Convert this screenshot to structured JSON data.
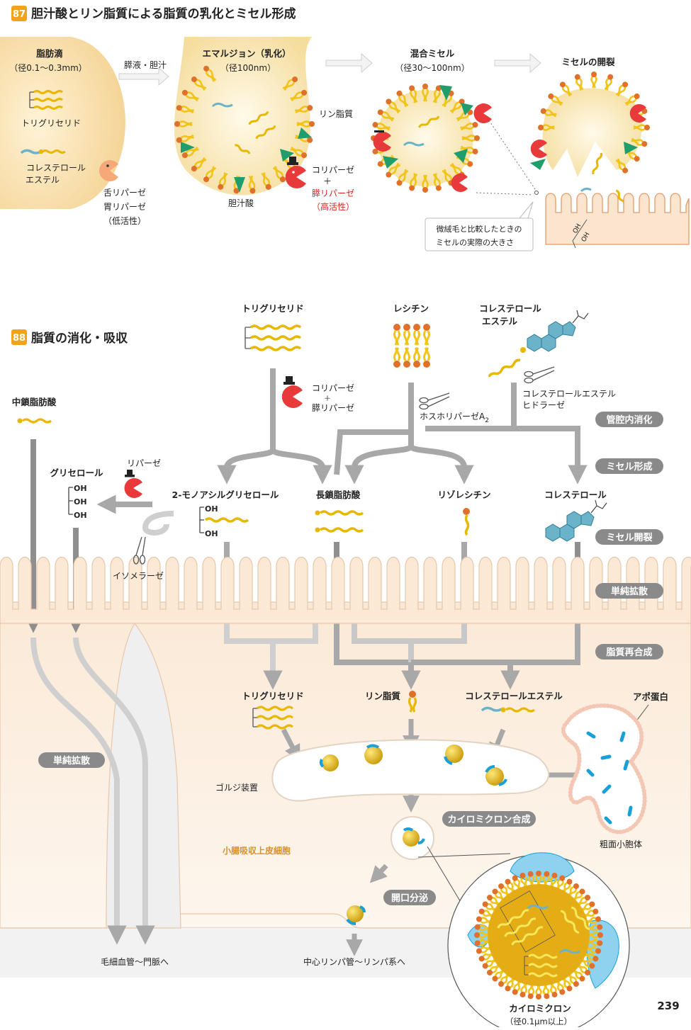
{
  "sec87": {
    "num": "87",
    "title": "胆汁酸とリン脂質による脂質の乳化とミセル形成",
    "fat_droplet": "脂肪滴",
    "fat_droplet_size": "（径0.1～0.3mm）",
    "triglyceride": "トリグリセリド",
    "cholesterol_ester_1": "コレステロール",
    "cholesterol_ester_2": "エステル",
    "lipase_1": "舌リパーゼ",
    "lipase_2": "胃リパーゼ",
    "lipase_3": "（低活性）",
    "pancreatic_bile": "膵液・胆汁",
    "emulsion": "エマルジョン（乳化）",
    "emulsion_size": "（径100nm）",
    "phospholipid": "リン脂質",
    "colipase": "コリパーゼ",
    "plus": "＋",
    "pancreatic_lipase": "膵リパーゼ",
    "high_activity": "（高活性）",
    "bile_acid": "胆汁酸",
    "mixed_micelle": "混合ミセル",
    "mixed_micelle_size": "（径30～100nm）",
    "micelle_split": "ミセルの開裂",
    "compare_1": "微絨毛と比較したときの",
    "compare_2": "ミセルの実際の大きさ",
    "oh": "OH"
  },
  "sec88": {
    "num": "88",
    "title": "脂質の消化・吸収",
    "triglyceride": "トリグリセリド",
    "lecithin": "レシチン",
    "chol_ester_1": "コレステロール",
    "chol_ester_2": "エステル",
    "colipase": "コリパーゼ",
    "plus": "＋",
    "pancreatic_lipase": "膵リパーゼ",
    "phospholipase": "ホスホリパーゼA",
    "phospholipase_sub": "2",
    "chol_hydrolase_1": "コレステロールエステル",
    "chol_hydrolase_2": "ヒドラーゼ",
    "medium_fa": "中鎖脂肪酸",
    "glycerol": "グリセロール",
    "lipase": "リパーゼ",
    "mag": "2-モノアシルグリセロール",
    "lcfa": "長鎖脂肪酸",
    "lysolecithin": "リゾレシチン",
    "cholesterol": "コレステロール",
    "isomerase": "イソメラーゼ",
    "oh": "OH",
    "re_tg": "トリグリセリド",
    "re_pl": "リン脂質",
    "re_ce": "コレステロールエステル",
    "apoprotein": "アポ蛋白",
    "golgi": "ゴルジ装置",
    "rer": "粗面小胞体",
    "chylo_synth": "カイロミクロン合成",
    "epithelium": "小腸吸収上皮細胞",
    "simple_diff": "単純拡散",
    "exocytosis": "開口分泌",
    "capillary": "毛細血管～門脈へ",
    "lymph": "中心リンパ管～リンパ系へ",
    "chylomicron": "カイロミクロン",
    "chylomicron_size": "（径0.1μm以上）"
  },
  "stages": [
    "管腔内消化",
    "ミセル形成",
    "ミセル開裂",
    "単純拡散",
    "脂質再合成"
  ],
  "page_number": "239",
  "colors": {
    "accent": "#f2a31b",
    "lipid": "#f0c419",
    "head": "#e0702a",
    "bile": "#1f9e6b",
    "apo": "#1aa0d8",
    "pill": "#8a8a8a",
    "cell": "#fbeee0"
  }
}
